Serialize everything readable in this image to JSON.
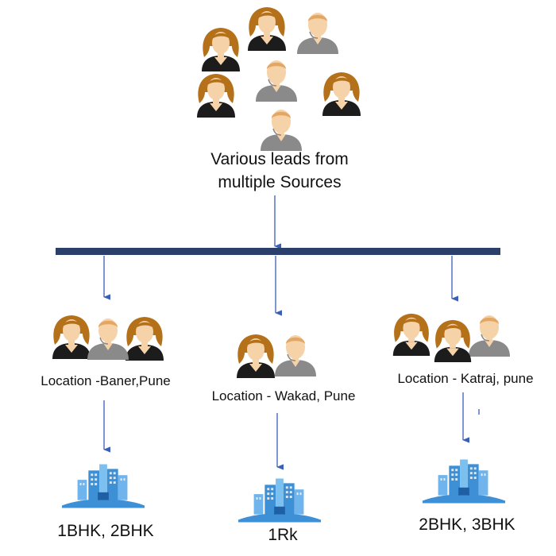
{
  "title_lines": [
    "Various leads from",
    "multiple Sources"
  ],
  "branches": [
    {
      "location": "Location -Baner,Pune",
      "property": "1BHK, 2BHK"
    },
    {
      "location": "Location - Wakad, Pune",
      "property": "1Rk"
    },
    {
      "location": "Location - Katraj, pune",
      "property": "2BHK, 3BHK"
    }
  ],
  "icons": {
    "female": "female-person-icon",
    "male": "male-person-icon",
    "building": "building-icon"
  },
  "colors": {
    "bar": "#2b3f6b",
    "arrow": "#3a5fb8",
    "hair": "#b5701a",
    "skin": "#f6d2a8",
    "male_shirt": "#8a8a8a",
    "female_shirt": "#1a1a1a",
    "building": "#3d8fd6"
  }
}
